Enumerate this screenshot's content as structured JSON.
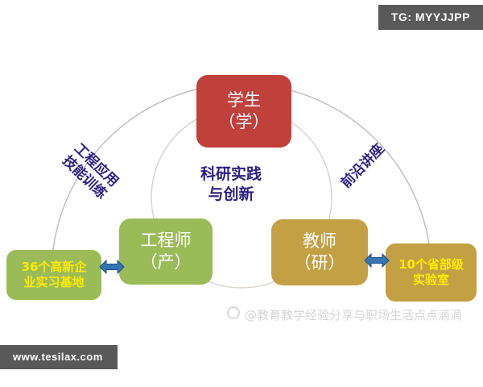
{
  "badges": {
    "tg": "TG: MYYJJPP",
    "site": "www.tesilax.com"
  },
  "diagram": {
    "roles": {
      "student": {
        "name": "学生",
        "tag": "（学）",
        "color": "#c0403b"
      },
      "engineer": {
        "name": "工程师",
        "tag": "（产）",
        "color": "#9bbb59"
      },
      "teacher": {
        "name": "教师",
        "tag": "（研）",
        "color": "#c4a045"
      }
    },
    "endpoints": {
      "internship": {
        "line1": "36个高新企",
        "line2": "业实习基地",
        "color": "#9bbb59",
        "text_color": "#ffeb00"
      },
      "lab": {
        "line1": "10个省部级",
        "line2": "实验室",
        "color": "#c4a045",
        "text_color": "#ffeb00"
      }
    },
    "arc_labels": {
      "left": {
        "line1": "工程应用",
        "line2": "技能训练"
      },
      "right": {
        "line1": "前沿讲座",
        "line2": ""
      },
      "center": {
        "line1": "科研实践",
        "line2": "与创新"
      }
    },
    "arrows": {
      "left_label": "double-arrow-left",
      "right_label": "double-arrow-right",
      "color": "#3575b5"
    },
    "accent_navy": "#2a1f82",
    "arc_color": "#b9b9b9"
  },
  "watermark": {
    "text": "@教育教学经验分享与职场生活点点滴滴"
  }
}
